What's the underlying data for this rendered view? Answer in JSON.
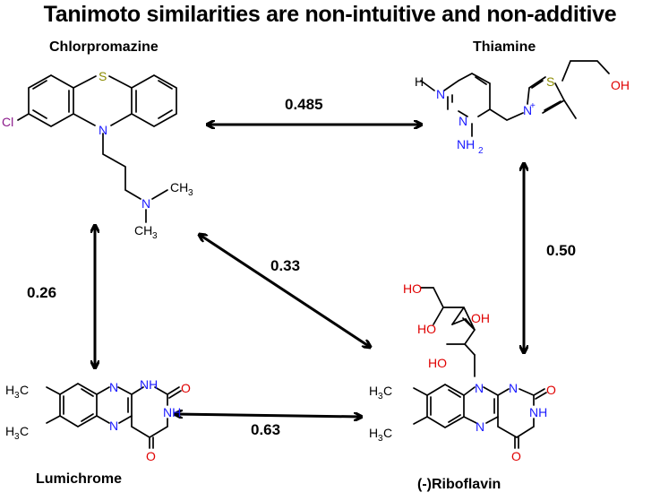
{
  "title": "Tanimoto similarities are non-intuitive and non-additive",
  "molecules": {
    "chlorpromazine": "Chlorpromazine",
    "thiamine": "Thiamine",
    "lumichrome": "Lumichrome",
    "riboflavin": "(-)Riboflavin"
  },
  "similarities": {
    "chlorpromazine_thiamine": "0.485",
    "chlorpromazine_riboflavin": "0.33",
    "chlorpromazine_lumichrome": "0.26",
    "thiamine_riboflavin": "0.50",
    "lumichrome_riboflavin": "0.63"
  },
  "atoms": {
    "S": "S",
    "N": "N",
    "Cl": "Cl",
    "CH3": "CH",
    "sub3": "3",
    "H3C": "H",
    "C": "C",
    "NH": "NH",
    "NH2": "NH",
    "sub2": "2",
    "plus": "+",
    "OH": "OH",
    "HO": "HO",
    "O": "O"
  },
  "colors": {
    "nitrogen": "#1a1aff",
    "oxygen": "#e00000",
    "sulfur": "#8b8b00",
    "chlorine": "#8b1a8b"
  }
}
